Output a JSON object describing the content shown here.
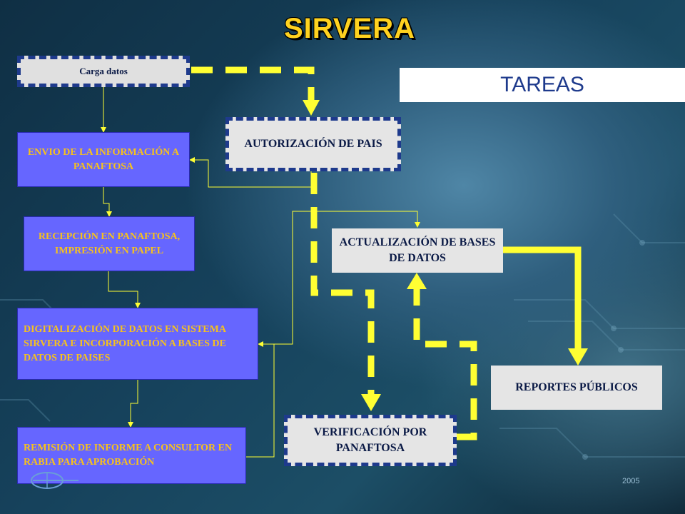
{
  "title": "SIRVERA",
  "tareas": "TAREAS",
  "year": "2005",
  "nodes": {
    "carga": "Carga datos",
    "envio": "ENVIO DE LA INFORMACIÓN A PANAFTOSA",
    "recepcion": "RECEPCIÓN EN PANAFTOSA, IMPRESIÓN EN PAPEL",
    "digitalizacion": "DIGITALIZACIÓN DE DATOS EN SISTEMA SIRVERA E INCORPORACIÓN A BASES DE DATOS DE PAISES",
    "remision": "REMISIÓN DE INFORME A CONSULTOR EN RABIA PARA APROBACIÓN",
    "autorizacion": "AUTORIZACIÓN DE PAIS",
    "actualizacion": "ACTUALIZACIÓN DE BASES DE DATOS",
    "reportes": "REPORTES PÚBLICOS",
    "verificacion": "VERIFICACIÓN POR PANAFTOSA"
  },
  "colors": {
    "title": "#ffd21f",
    "blue_box": "#6666ff",
    "blue_box_text": "#f7c21c",
    "grey_box": "#e5e5e5",
    "grey_box_text": "#0b1a46",
    "yellow_arrow": "#ffff33",
    "dashed_border": "#1e3a8c"
  }
}
